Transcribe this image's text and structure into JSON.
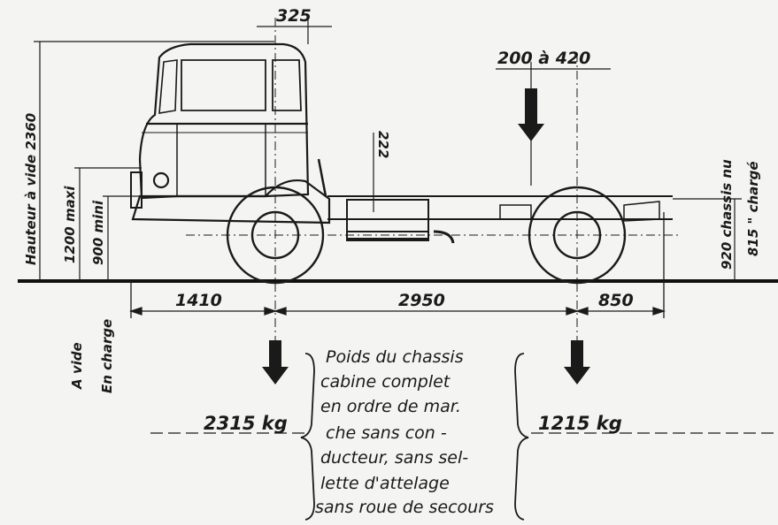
{
  "dims": {
    "top_offset": "325",
    "load_range": "200 à 420",
    "front_overhang": "1410",
    "wheelbase": "2950",
    "rear_overhang": "850",
    "frame_height": "222"
  },
  "heights": {
    "empty_height": "Hauteur à vide 2360",
    "max_height": "1200 maxi",
    "min_height": "900 mini",
    "chassis_empty": "920 chassis nu",
    "chassis_loaded": "815  \"  chargé"
  },
  "states": {
    "empty": "A vide",
    "loaded": "En charge"
  },
  "weights": {
    "front": "2315 kg",
    "rear": "1215 kg",
    "note_lines": [
      "Poids du chassis",
      "cabine complet",
      "en ordre de mar.",
      "che sans con -",
      "ducteur, sans sel-",
      "lette d'attelage",
      "sans roue de secours"
    ]
  }
}
